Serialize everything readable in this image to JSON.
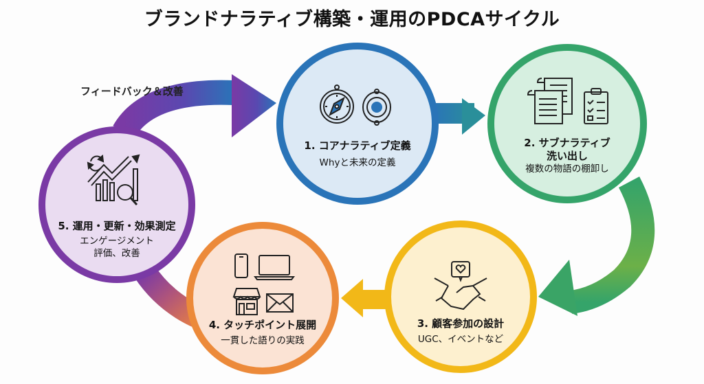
{
  "title": "ブランドナラティブ構築・運用のPDCAサイクル",
  "feedback_label": "フィードバック＆改善",
  "steps": [
    {
      "title": "1. コアナラティブ定義",
      "subtitle": "Whyと未来の定義",
      "icons": [
        "compass-icon",
        "target-icon"
      ],
      "ring_color": "#2a74b8",
      "fill_color": "#dce9f5"
    },
    {
      "title": "2. サブナラティブ\n洗い出し",
      "title_line1": "2. サブナラティブ",
      "title_line2": "洗い出し",
      "subtitle": "複数の物語の棚卸し",
      "icons": [
        "scroll-icon",
        "checklist-clipboard-icon"
      ],
      "ring_color": "#35a46a",
      "fill_color": "#d6efe0"
    },
    {
      "title": "3. 顧客参加の設計",
      "subtitle": "UGC、イベントなど",
      "icons": [
        "handshake-heart-icon"
      ],
      "ring_color": "#f2b818",
      "fill_color": "#fdf0cf"
    },
    {
      "title": "4. タッチポイント展開",
      "subtitle": "一貫した語りの実践",
      "icons": [
        "smartphone-icon",
        "laptop-icon",
        "store-icon",
        "envelope-icon"
      ],
      "ring_color": "#ec8a3a",
      "fill_color": "#fbe3d4"
    },
    {
      "title": "5. 運用・更新・効果測定",
      "subtitle_line1": "エンゲージメント",
      "subtitle_line2": "評価、改善",
      "icons": [
        "refresh-icon",
        "growth-chart-magnifier-icon"
      ],
      "ring_color": "#7a3aa5",
      "fill_color": "#eadcf1"
    }
  ],
  "arrow_colors": {
    "blue_to_green": [
      "#2a74b8",
      "#2a8f9a"
    ],
    "green_to_yellow": [
      "#35a46a",
      "#7cb342"
    ],
    "yellow_to_orange": "#f2b818",
    "orange_to_purple": [
      "#c05f6a",
      "#7a3aa5"
    ],
    "purple_to_blue": [
      "#7a3aa5",
      "#2a74b8"
    ]
  }
}
